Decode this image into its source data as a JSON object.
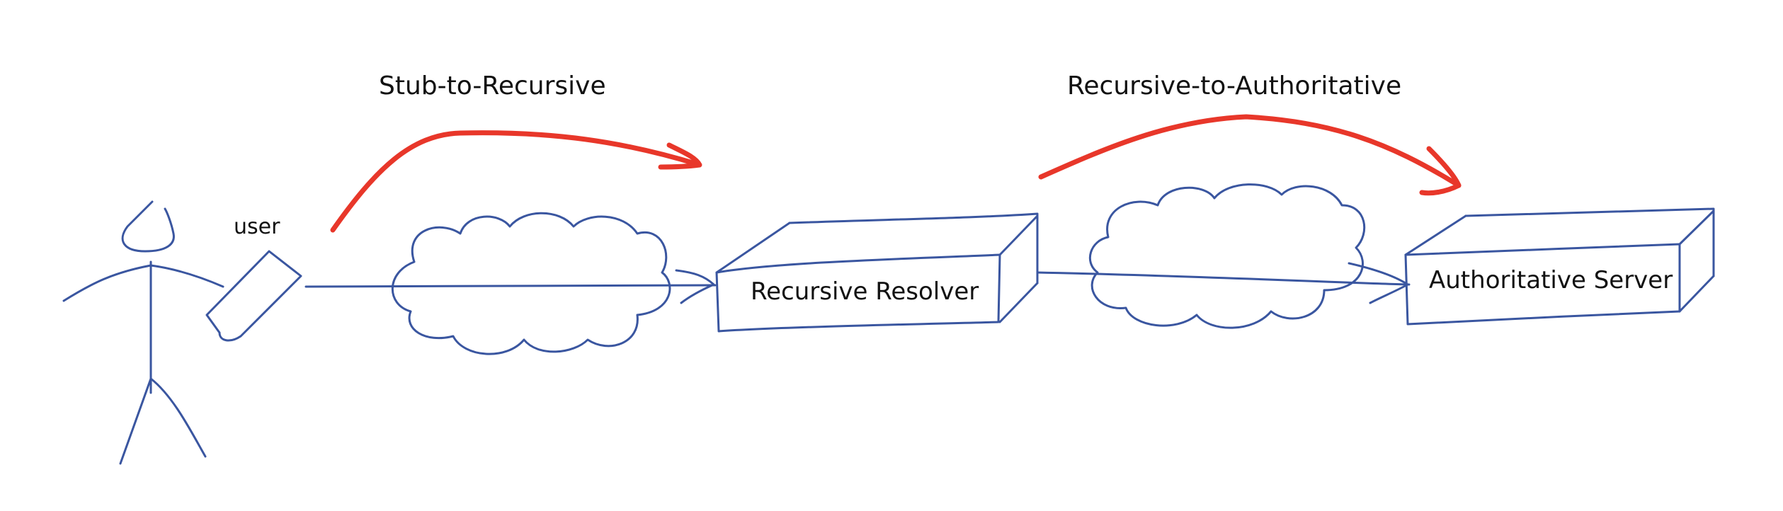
{
  "colors": {
    "ink": "#3a56a0",
    "arrow": "#e8372a",
    "text": "#111111",
    "background": "#ffffff"
  },
  "labels": {
    "user": "user",
    "stub_to_recursive": "Stub-to-Recursive",
    "recursive_to_authoritative": "Recursive-to-Authoritative",
    "recursive_resolver": "Recursive Resolver",
    "authoritative_server": "Authoritative Server"
  },
  "icons": [
    "stick-figure-icon",
    "phone-icon",
    "cloud-icon",
    "server-box-icon",
    "arrow-icon"
  ]
}
